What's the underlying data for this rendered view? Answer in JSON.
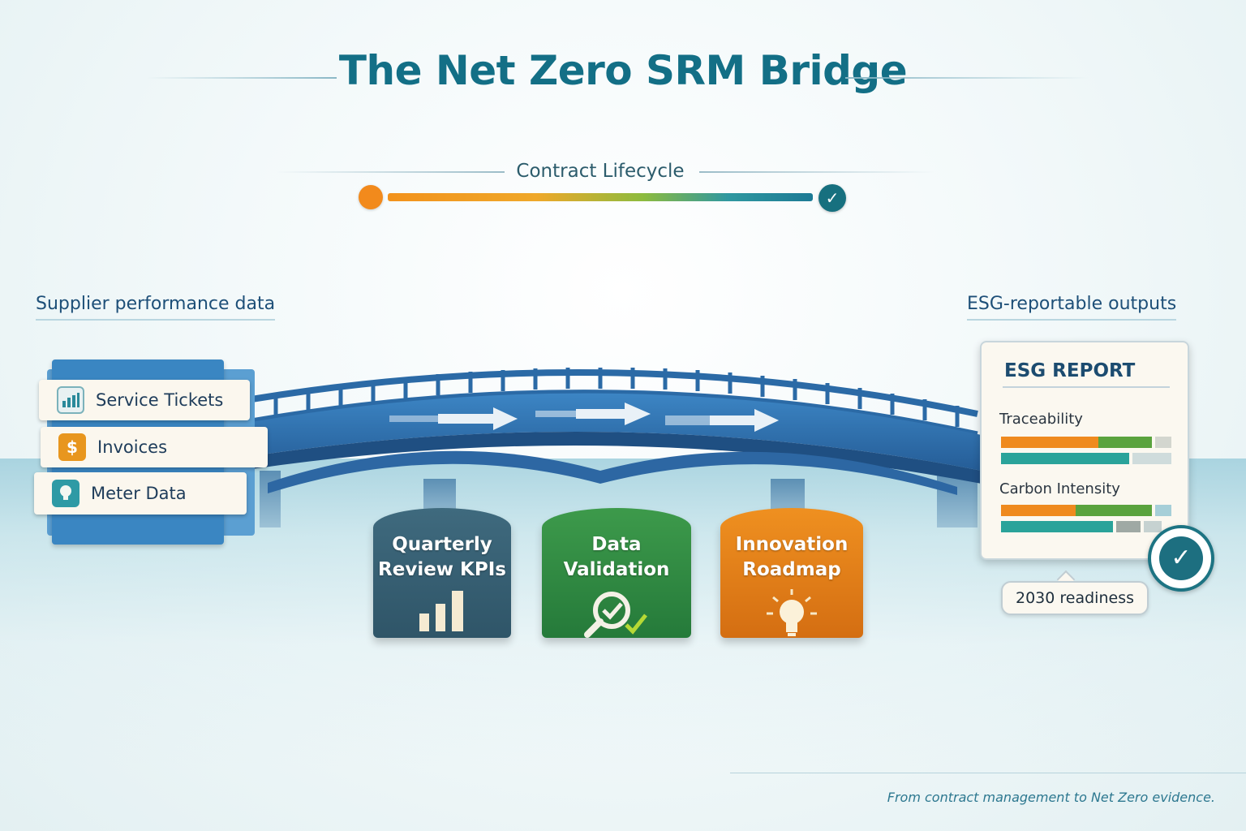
{
  "title": "The Net Zero SRM Bridge",
  "lifecycle": {
    "label": "Contract Lifecycle",
    "start_color": "#f28a1c",
    "end_color": "#17707f",
    "end_icon": "check-icon"
  },
  "left_panel": {
    "label": "Supplier performance data",
    "items": [
      {
        "label": "Service Tickets",
        "icon": "bar-chart-icon",
        "color": "#2a8a9a"
      },
      {
        "label": "Invoices",
        "icon": "dollar-icon",
        "color": "#e8961e"
      },
      {
        "label": "Meter Data",
        "icon": "lightbulb-icon",
        "color": "#2e9aa5"
      }
    ]
  },
  "pillars": [
    {
      "line1": "Quarterly",
      "line2": "Review KPIs",
      "icon": "bar-chart-icon",
      "color": "#3f6a7e"
    },
    {
      "line1": "Data",
      "line2": "Validation",
      "icon": "magnifier-check-icon",
      "color": "#2f8a42"
    },
    {
      "line1": "Innovation",
      "line2": "Roadmap",
      "icon": "lightbulb-icon",
      "color": "#e5801a"
    }
  ],
  "right_panel": {
    "label": "ESG-reportable outputs",
    "report": {
      "title": "ESG REPORT",
      "metrics": [
        {
          "label": "Traceability"
        },
        {
          "label": "Carbon Intensity"
        }
      ]
    },
    "badge_icon": "check-seal-icon",
    "readiness": "2030 readiness"
  },
  "footer": "From contract management to Net Zero evidence.",
  "colors": {
    "title": "#136f86",
    "bridge_deck": "#2e6fb0",
    "orange": "#ef8a1e",
    "green": "#5aa33e",
    "teal": "#2aa39a"
  }
}
